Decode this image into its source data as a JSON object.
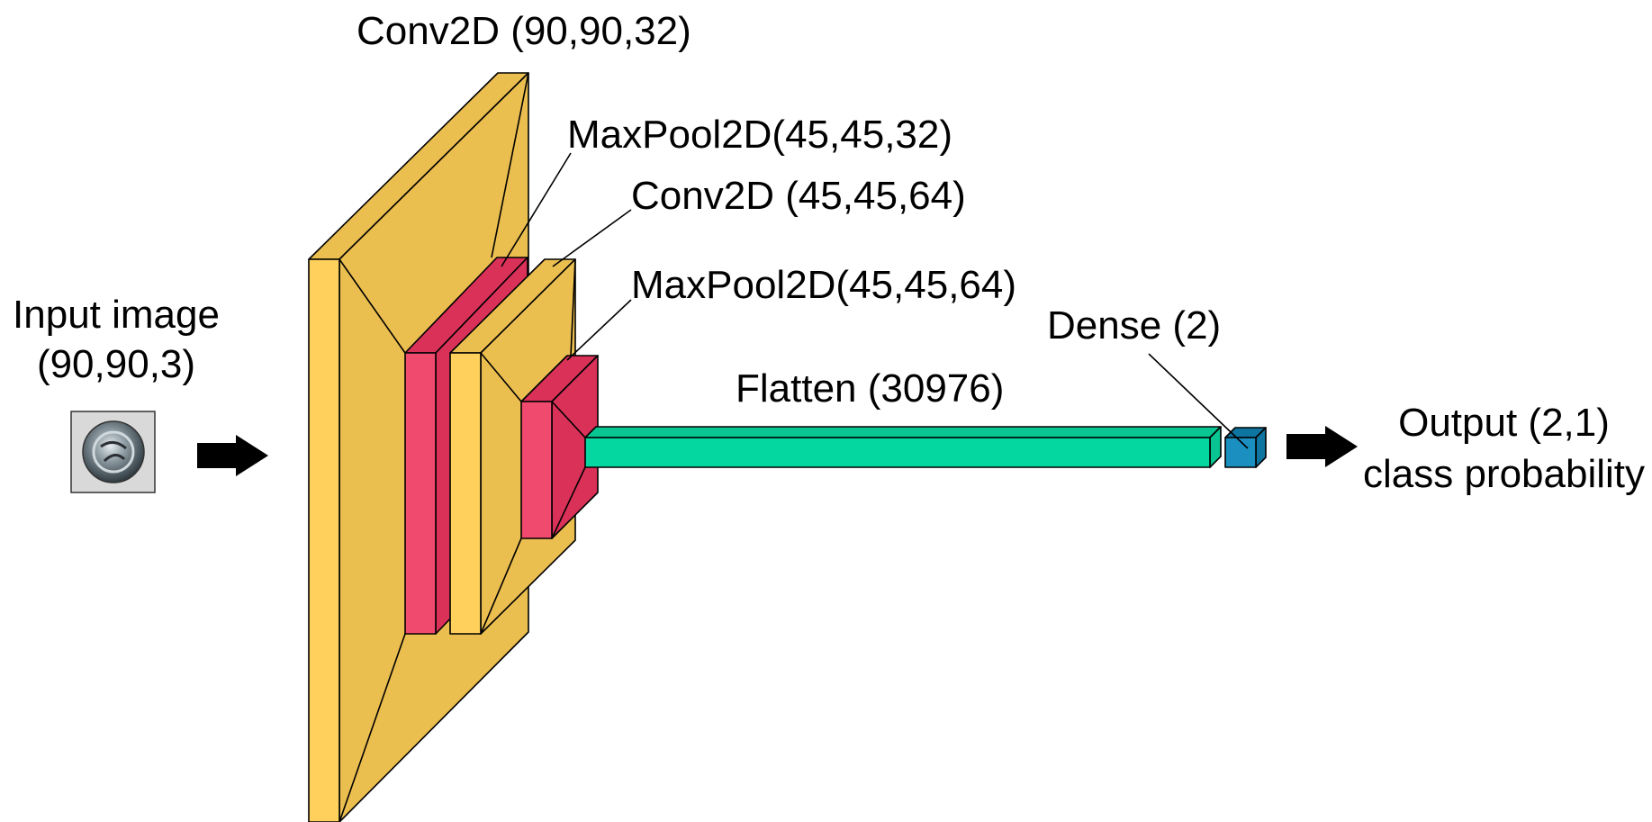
{
  "labels": {
    "input_title": "Input image",
    "input_shape": "(90,90,3)",
    "conv1": "Conv2D (90,90,32)",
    "pool1": "MaxPool2D(45,45,32)",
    "conv2": "Conv2D (45,45,64)",
    "pool2": "MaxPool2D(45,45,64)",
    "flatten": "Flatten  (30976)",
    "dense": "Dense (2)",
    "output_title": "Output (2,1)",
    "output_sub": "class probability"
  },
  "colors": {
    "conv_front": "#FFD15C",
    "conv_face": "#EBBE50",
    "pool_front": "#F04A6E",
    "pool_face": "#DA3158",
    "flatten_front": "#05D7A0",
    "flatten_face": "#08C592",
    "dense_front": "#1A8FC0",
    "dense_face": "#0E74A0",
    "arrow": "#000000"
  },
  "icons": {
    "input_thumbnail": "screw-head-photo",
    "arrows": "right-arrow-icon"
  }
}
